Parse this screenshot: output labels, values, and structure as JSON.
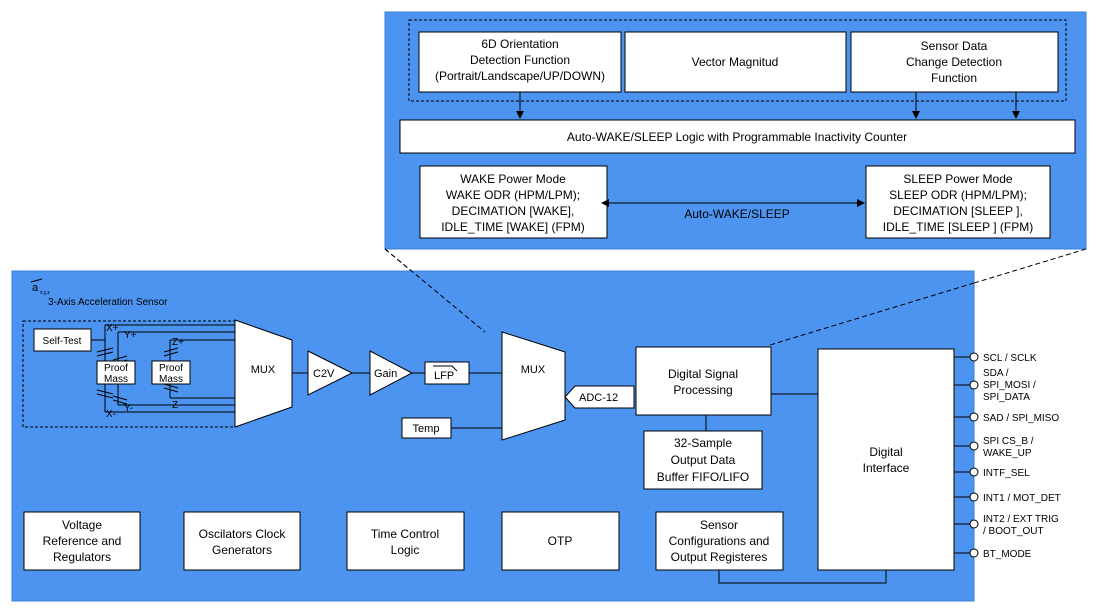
{
  "top_panel": {
    "orientation_lines": [
      "6D Orientation",
      "Detection Function",
      "(Portrait/Landscape/UP/DOWN)"
    ],
    "vector": "Vector Magnitud",
    "sensor_change_lines": [
      "Sensor Data",
      "Change Detection",
      "Function"
    ],
    "auto_logic": "Auto-WAKE/SLEEP Logic with Programmable Inactivity Counter",
    "wake_mode_lines": [
      "WAKE Power Mode",
      "WAKE ODR (HPM/LPM);",
      "DECIMATION [WAKE],",
      "IDLE_TIME [WAKE] (FPM)"
    ],
    "sleep_mode_lines": [
      "SLEEP Power Mode",
      "SLEEP ODR (HPM/LPM);",
      "DECIMATION [SLEEP ],",
      "IDLE_TIME [SLEEP ] (FPM)"
    ],
    "auto_wake_sleep": "Auto-WAKE/SLEEP"
  },
  "main_panel": {
    "axis_symbol": "a",
    "axis_sub": "x,y,z",
    "title": "3-Axis Acceleration Sensor",
    "self_test": "Self-Test",
    "proof_mass_lines": [
      "Proof",
      "Mass"
    ],
    "axis_labels": {
      "xp": "X+",
      "yp": "Y+",
      "zp": "Z+",
      "xm": "X-",
      "ym": "Y-",
      "zm": "Z-"
    },
    "mux1": "MUX",
    "c2v": "C2V",
    "gain": "Gain",
    "lfp": "LFP",
    "mux2": "MUX",
    "temp": "Temp",
    "adc": "ADC-12",
    "dsp_lines": [
      "Digital Signal",
      "Processing"
    ],
    "fifo_lines": [
      "32-Sample",
      "Output Data",
      "Buffer FIFO/LIFO"
    ],
    "digital_interface_lines": [
      "Digital",
      "Interface"
    ],
    "bottom_blocks": [
      {
        "lines": [
          "Voltage",
          "Reference and",
          "Regulators"
        ]
      },
      {
        "lines": [
          "Oscilators Clock",
          "Generators"
        ]
      },
      {
        "lines": [
          "Time Control",
          "Logic"
        ]
      },
      {
        "lines": [
          "OTP"
        ]
      },
      {
        "lines": [
          "Sensor",
          "Configurations and",
          "Output Registeres"
        ]
      }
    ],
    "pins": [
      {
        "lines": [
          "SCL / SCLK"
        ]
      },
      {
        "lines": [
          "SDA /",
          "SPI_MOSI /",
          "SPI_DATA"
        ]
      },
      {
        "lines": [
          "SAD / SPI_MISO"
        ]
      },
      {
        "lines": [
          "SPI CS_B /",
          "WAKE_UP"
        ]
      },
      {
        "lines": [
          "INTF_SEL"
        ]
      },
      {
        "lines": [
          "INT1 / MOT_DET"
        ]
      },
      {
        "lines": [
          "INT2 / EXT TRIG",
          "/ BOOT_OUT"
        ]
      },
      {
        "lines": [
          "BT_MODE"
        ]
      }
    ]
  }
}
